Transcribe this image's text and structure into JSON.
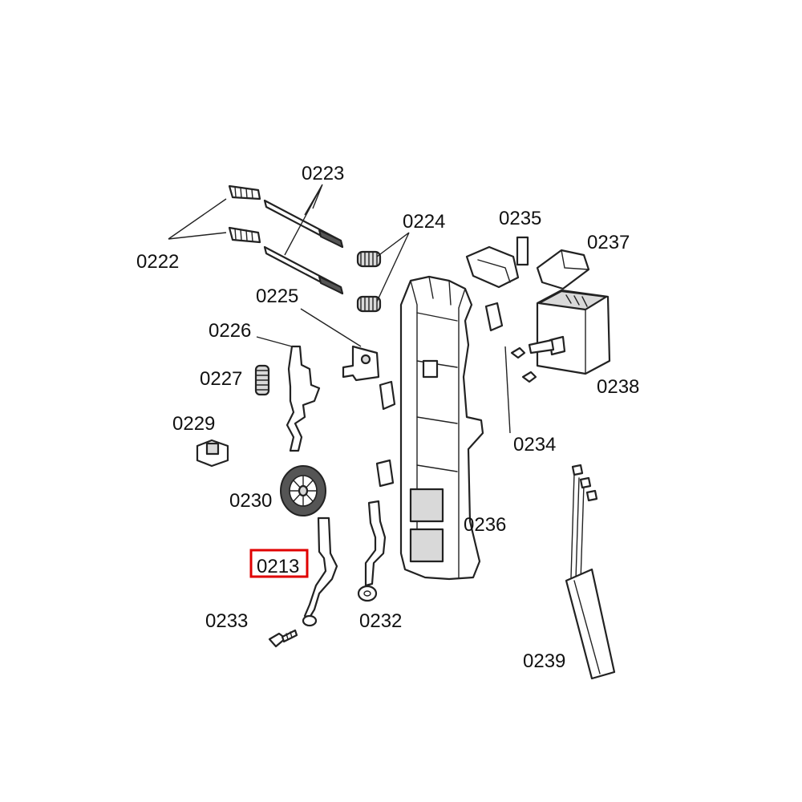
{
  "diagram": {
    "highlight_color": "#e00000",
    "highlighted_label": "0213",
    "labels": {
      "l0222": "0222",
      "l0223": "0223",
      "l0224": "0224",
      "l0225": "0225",
      "l0226": "0226",
      "l0227": "0227",
      "l0229": "0229",
      "l0230": "0230",
      "l0213": "0213",
      "l0233": "0233",
      "l0232": "0232",
      "l0235": "0235",
      "l0237": "0237",
      "l0238": "0238",
      "l0234": "0234",
      "l0236": "0236",
      "l0239": "0239"
    }
  }
}
